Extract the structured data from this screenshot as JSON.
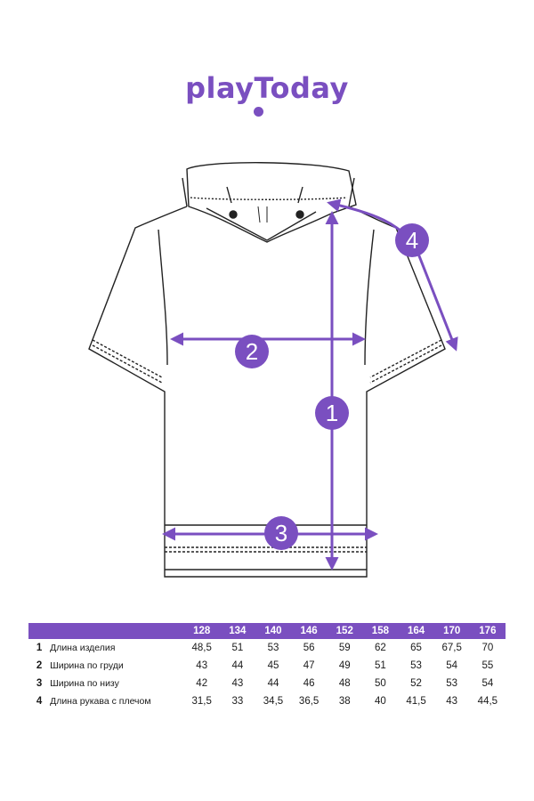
{
  "brand": {
    "logo_text": "playToday"
  },
  "markers": [
    "1",
    "2",
    "3",
    "4"
  ],
  "table": {
    "sizes": [
      "128",
      "134",
      "140",
      "146",
      "152",
      "158",
      "164",
      "170",
      "176"
    ],
    "rows": [
      {
        "num": "1",
        "name": "Длина изделия",
        "values": [
          "48,5",
          "51",
          "53",
          "56",
          "59",
          "62",
          "65",
          "67,5",
          "70"
        ]
      },
      {
        "num": "2",
        "name": "Ширина по груди",
        "values": [
          "43",
          "44",
          "45",
          "47",
          "49",
          "51",
          "53",
          "54",
          "55"
        ]
      },
      {
        "num": "3",
        "name": "Ширина по низу",
        "values": [
          "42",
          "43",
          "44",
          "46",
          "48",
          "50",
          "52",
          "53",
          "54"
        ]
      },
      {
        "num": "4",
        "name": "Длина рукава с плечом",
        "values": [
          "31,5",
          "33",
          "34,5",
          "36,5",
          "38",
          "40",
          "41,5",
          "43",
          "44,5"
        ]
      }
    ]
  },
  "colors": {
    "brand": "#7a4fc0",
    "line": "#222222",
    "white": "#ffffff"
  },
  "icons": [
    "hoodie-drawing",
    "measurement-arrow"
  ]
}
